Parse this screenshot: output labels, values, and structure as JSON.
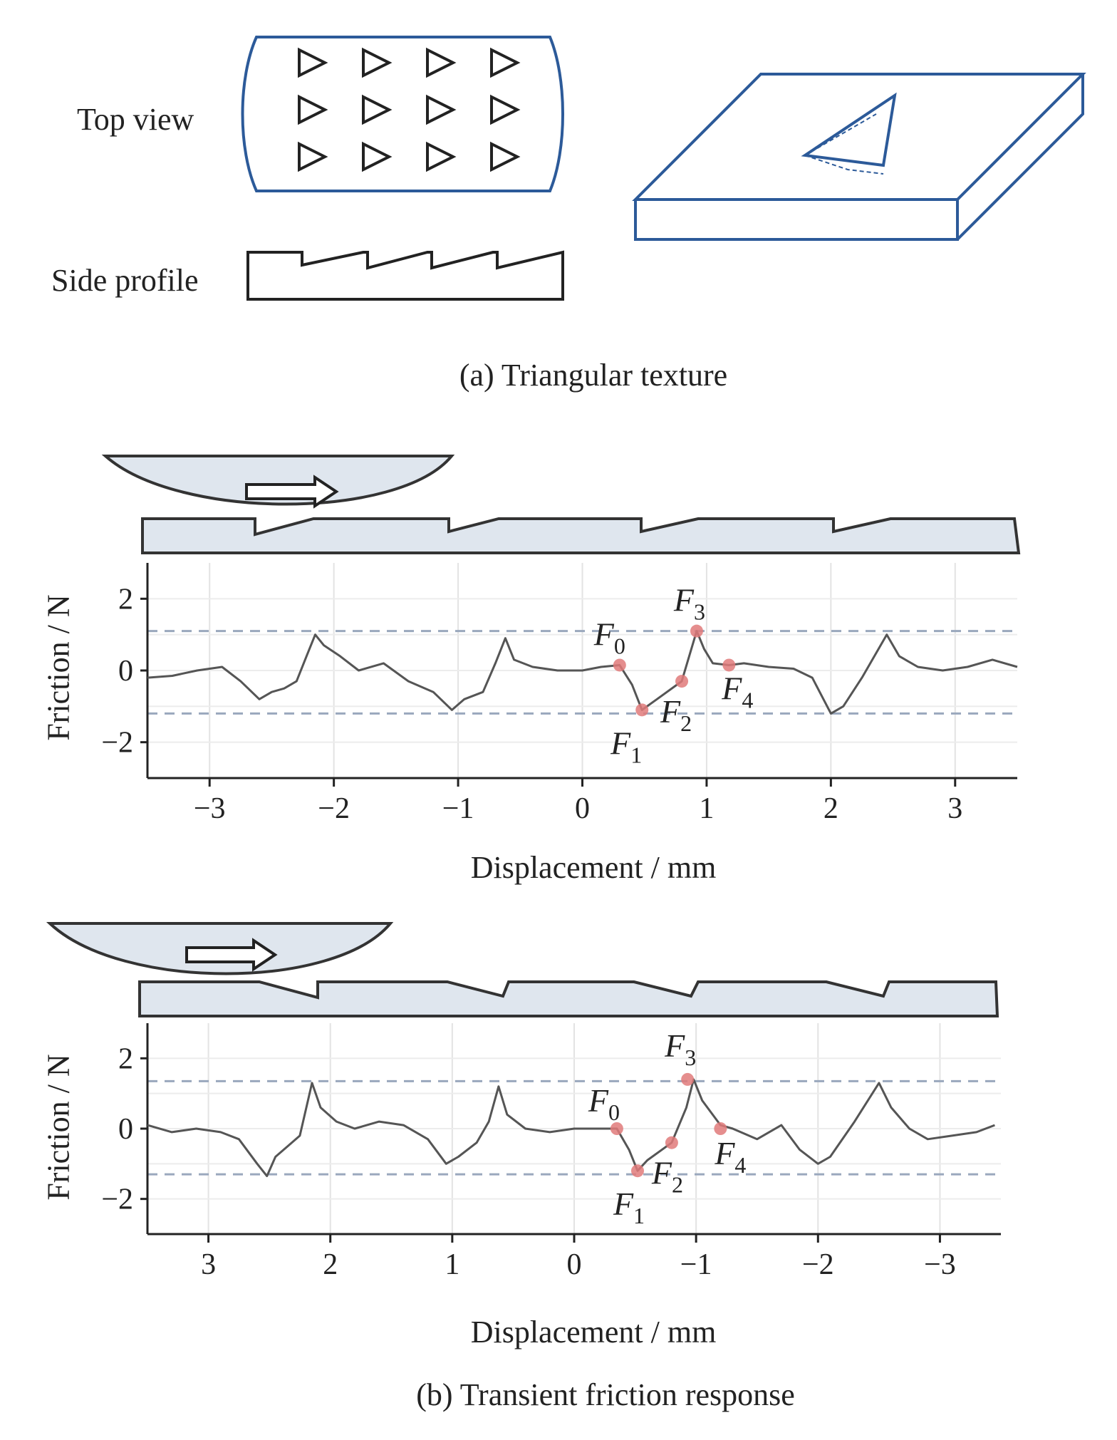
{
  "panel_a": {
    "top_view_label": "Top view",
    "side_profile_label": "Side profile",
    "caption": "(a) Triangular texture",
    "texture_rows": 3,
    "texture_cols": 4,
    "colors": {
      "outline": "#2c5a99",
      "glyph": "#222222"
    }
  },
  "panel_b_caption": "(b) Transient friction response",
  "chart_data": [
    {
      "type": "line",
      "xlabel": "Displacement / mm",
      "ylabel": "Friction / N",
      "xlim": [
        -3.5,
        3.5
      ],
      "ylim": [
        -3,
        3
      ],
      "xticks": [
        -3,
        -2,
        -1,
        0,
        1,
        2,
        3
      ],
      "xtick_labels": [
        "−3",
        "−2",
        "−1",
        "0",
        "1",
        "2",
        "3"
      ],
      "yticks": [
        -2,
        0,
        2
      ],
      "ytick_labels": [
        "−2",
        "0",
        "2"
      ],
      "reference_lines": [
        1.1,
        -1.2
      ],
      "grid": true,
      "series": [
        {
          "x": [
            -3.5,
            -3.3,
            -3.1,
            -2.9,
            -2.75,
            -2.6,
            -2.5,
            -2.4,
            -2.3,
            -2.22,
            -2.15,
            -2.08,
            -1.95,
            -1.8,
            -1.6,
            -1.4,
            -1.2,
            -1.05,
            -0.95,
            -0.8,
            -0.7,
            -0.62,
            -0.55,
            -0.4,
            -0.2,
            0,
            0.15,
            0.3,
            0.4,
            0.48,
            0.6,
            0.8,
            0.92,
            0.98,
            1.05,
            1.18,
            1.3,
            1.5,
            1.7,
            1.85,
            2.0,
            2.1,
            2.25,
            2.45,
            2.55,
            2.7,
            2.9,
            3.1,
            3.3,
            3.5
          ],
          "y": [
            -0.2,
            -0.15,
            0.0,
            0.1,
            -0.3,
            -0.8,
            -0.6,
            -0.5,
            -0.3,
            0.4,
            1.0,
            0.7,
            0.4,
            0.0,
            0.2,
            -0.3,
            -0.6,
            -1.1,
            -0.8,
            -0.6,
            0.2,
            0.9,
            0.3,
            0.1,
            0.0,
            0.0,
            0.1,
            0.15,
            -0.4,
            -1.1,
            -0.8,
            -0.3,
            1.1,
            0.6,
            0.2,
            0.15,
            0.2,
            0.1,
            0.05,
            -0.2,
            -1.2,
            -1.0,
            -0.2,
            1.0,
            0.4,
            0.1,
            0.0,
            0.1,
            0.3,
            0.1
          ]
        }
      ],
      "markers": [
        {
          "label": "F",
          "sub": "0",
          "x": 0.3,
          "y": 0.15
        },
        {
          "label": "F",
          "sub": "1",
          "x": 0.48,
          "y": -1.1
        },
        {
          "label": "F",
          "sub": "2",
          "x": 0.8,
          "y": -0.3
        },
        {
          "label": "F",
          "sub": "3",
          "x": 0.92,
          "y": 1.1
        },
        {
          "label": "F",
          "sub": "4",
          "x": 1.18,
          "y": 0.15
        }
      ]
    },
    {
      "type": "line",
      "xlabel": "Displacement / mm",
      "ylabel": "Friction / N",
      "xlim": [
        3.5,
        -3.5
      ],
      "ylim": [
        -3,
        3
      ],
      "xticks": [
        3,
        2,
        1,
        0,
        -1,
        -2,
        -3
      ],
      "xtick_labels": [
        "3",
        "2",
        "1",
        "0",
        "−1",
        "−2",
        "−3"
      ],
      "yticks": [
        -2,
        0,
        2
      ],
      "ytick_labels": [
        "−2",
        "0",
        "2"
      ],
      "reference_lines": [
        1.35,
        -1.3
      ],
      "grid": true,
      "series": [
        {
          "x": [
            3.5,
            3.3,
            3.1,
            2.9,
            2.75,
            2.6,
            2.52,
            2.45,
            2.35,
            2.25,
            2.15,
            2.08,
            1.95,
            1.8,
            1.6,
            1.4,
            1.2,
            1.05,
            0.95,
            0.8,
            0.7,
            0.62,
            0.55,
            0.4,
            0.2,
            0,
            -0.15,
            -0.35,
            -0.45,
            -0.52,
            -0.6,
            -0.8,
            -0.92,
            -0.98,
            -1.05,
            -1.2,
            -1.3,
            -1.5,
            -1.7,
            -1.85,
            -2.0,
            -2.1,
            -2.3,
            -2.5,
            -2.6,
            -2.75,
            -2.9,
            -3.1,
            -3.3,
            -3.45
          ],
          "y": [
            0.1,
            -0.1,
            0.0,
            -0.1,
            -0.3,
            -1.0,
            -1.35,
            -0.8,
            -0.5,
            -0.2,
            1.3,
            0.6,
            0.2,
            0.0,
            0.2,
            0.1,
            -0.3,
            -1.0,
            -0.8,
            -0.4,
            0.2,
            1.2,
            0.4,
            0.0,
            -0.1,
            0.0,
            0.0,
            0.0,
            -0.6,
            -1.2,
            -0.9,
            -0.4,
            0.6,
            1.4,
            0.8,
            0.1,
            0.0,
            -0.3,
            0.1,
            -0.6,
            -1.0,
            -0.8,
            0.2,
            1.3,
            0.6,
            0.0,
            -0.3,
            -0.2,
            -0.1,
            0.1
          ]
        }
      ],
      "markers": [
        {
          "label": "F",
          "sub": "0",
          "x": -0.35,
          "y": 0.0
        },
        {
          "label": "F",
          "sub": "1",
          "x": -0.52,
          "y": -1.2
        },
        {
          "label": "F",
          "sub": "2",
          "x": -0.8,
          "y": -0.4
        },
        {
          "label": "F",
          "sub": "3",
          "x": -0.93,
          "y": 1.4
        },
        {
          "label": "F",
          "sub": "4",
          "x": -1.2,
          "y": 0.0
        }
      ]
    }
  ]
}
